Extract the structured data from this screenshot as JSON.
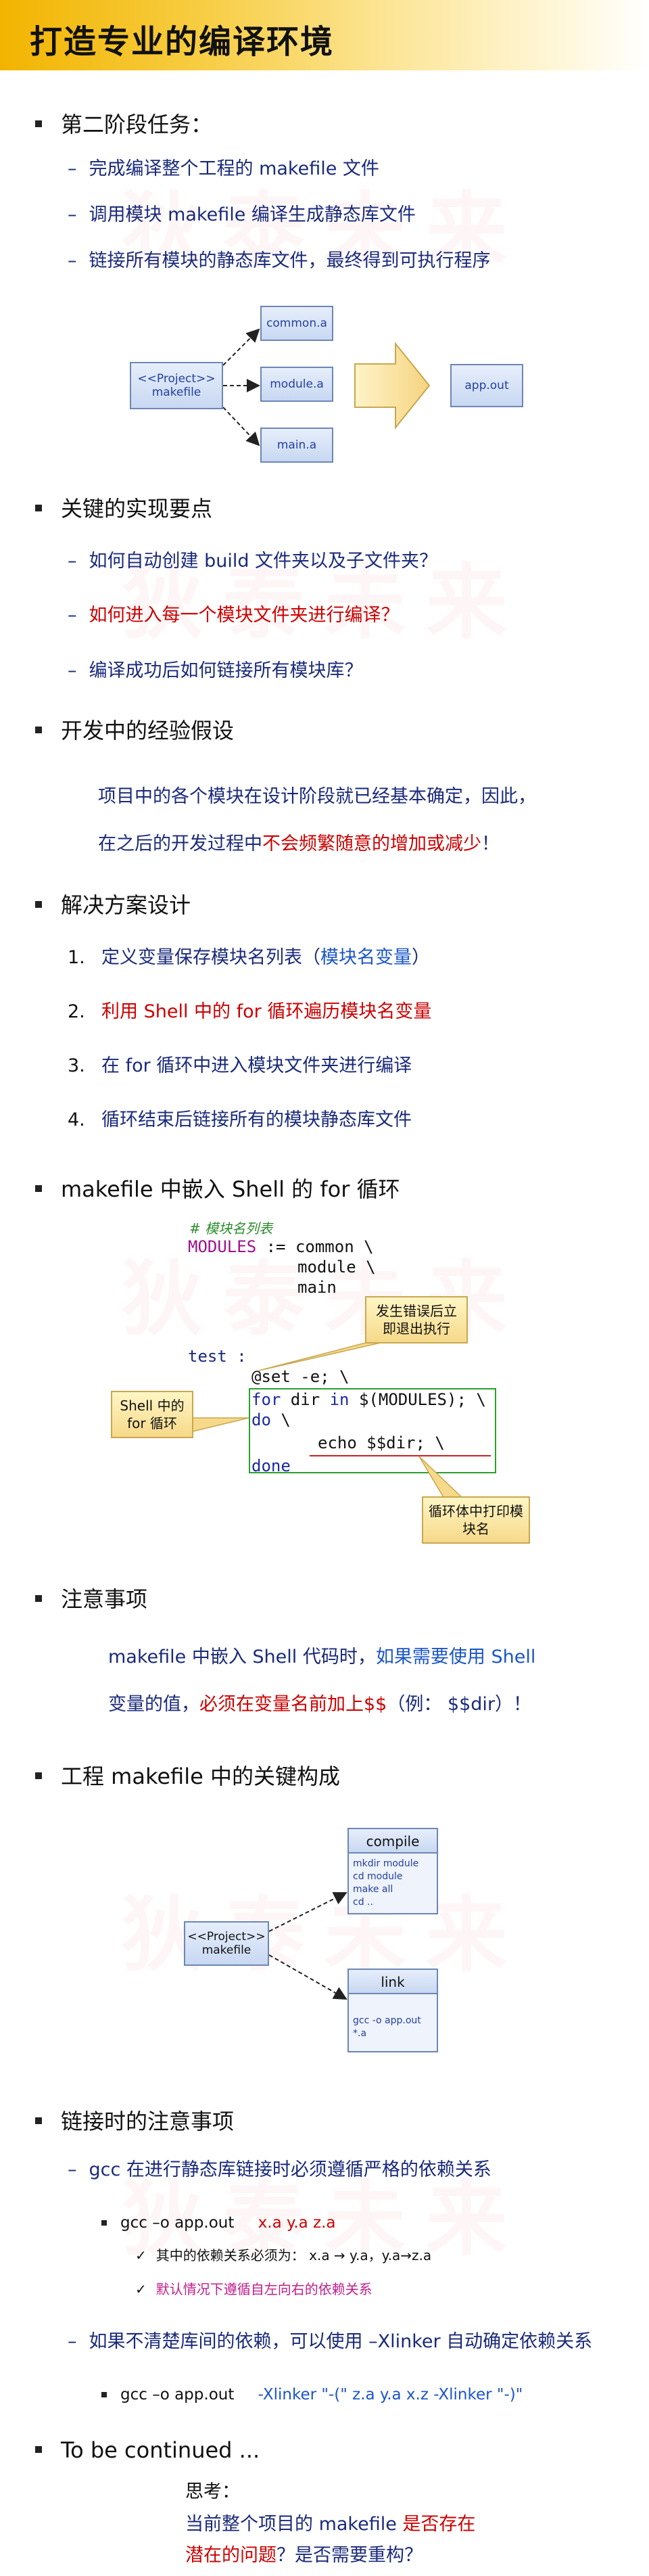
{
  "title": "打造专业的编译环境",
  "watermark": "狄泰未来",
  "s1": {
    "heading": "第二阶段任务：",
    "items": [
      "完成编译整个工程的 makefile 文件",
      "调用模块 makefile 编译生成静态库文件",
      "链接所有模块的静态库文件，最终得到可执行程序"
    ],
    "diagram": {
      "project": "<<Project>>",
      "project_sub": "makefile",
      "common": "common.a",
      "module": "module.a",
      "main": "main.a",
      "out": "app.out"
    }
  },
  "s2": {
    "heading": "关键的实现要点",
    "items": [
      "如何自动创建 build 文件夹以及子文件夹？",
      "如何进入每一个模块文件夹进行编译？",
      "编译成功后如何链接所有模块库？"
    ]
  },
  "s3": {
    "heading": "开发中的经验假设",
    "line1": "项目中的各个模块在设计阶段就已经基本确定，因此，",
    "line2a": "在之后的开发过程中",
    "line2b": "不会频繁随意的增加或减少",
    "line2c": "！"
  },
  "s4": {
    "heading": "解决方案设计",
    "nums": [
      "1.",
      "2.",
      "3.",
      "4."
    ],
    "i1a": "定义变量保存模块名列表（",
    "i1b": "模块名变量",
    "i1c": "）",
    "i2": "利用 Shell 中的 for 循环遍历模块名变量",
    "i3": "在 for 循环中进入模块文件夹进行编译",
    "i4": "循环结束后链接所有的模块静态库文件"
  },
  "s5": {
    "heading": "makefile 中嵌入 Shell 的 for 循环",
    "comment": "# 模块名列表",
    "modules_kw": "MODULES",
    "modules_op": " := common \\",
    "line_module": "module \\",
    "line_main": "main",
    "test": "test :",
    "set": "@set -e; \\",
    "for_kw": "for",
    "for_var": " dir ",
    "in_kw": "in",
    "for_rest": " $(MODULES); \\",
    "do_kw": "do",
    "do_rest": " \\",
    "echo": "echo $$dir; \\",
    "done_kw": "done",
    "callout_err": "发生错误后立即退出执行",
    "callout_shell": "Shell 中的 for 循环",
    "callout_print": "循环体中打印模块名"
  },
  "s6": {
    "heading": "注意事项",
    "l1a": "makefile 中嵌入 Shell 代码时，",
    "l1b": "如果需要使用 Shell",
    "l2a": "变量的值，",
    "l2b": "必须在变量名前加上$$",
    "l2c": "（例： $$dir）！"
  },
  "s7": {
    "heading": "工程 makefile 中的关键构成",
    "project": "<<Project>>",
    "project_sub": "makefile",
    "compile": "compile",
    "compile_items": [
      "mkdir module",
      "cd module",
      "make all",
      "cd .."
    ],
    "link": "link",
    "link_items": [
      "gcc -o app.out *.a"
    ]
  },
  "s8": {
    "heading": "链接时的注意事项",
    "d1": "gcc 在进行静态库链接时必须遵循严格的依赖关系",
    "cmd1a": "gcc –o app.out ",
    "cmd1b": "x.a y.a z.a",
    "check1": "其中的依赖关系必须为： x.a → y.a，y.a→z.a",
    "check2": "默认情况下遵循自左向右的依赖关系",
    "d2": "如果不清楚库间的依赖，可以使用 –Xlinker 自动确定依赖关系",
    "cmd2a": "gcc –o app.out ",
    "cmd2b": "-Xlinker \"-(\" z.a y.a x.z -Xlinker \"-)\""
  },
  "s9": {
    "heading": "To be continued ...",
    "think": "思考：",
    "q1a": "当前整个项目的 makefile ",
    "q1b": "是否存在",
    "q2a": "潜在的问题",
    "q2b": "？是否需要重构？"
  },
  "colors": {
    "accent": "#f2b400",
    "navy": "#1a2a7a",
    "red": "#cc0000"
  }
}
